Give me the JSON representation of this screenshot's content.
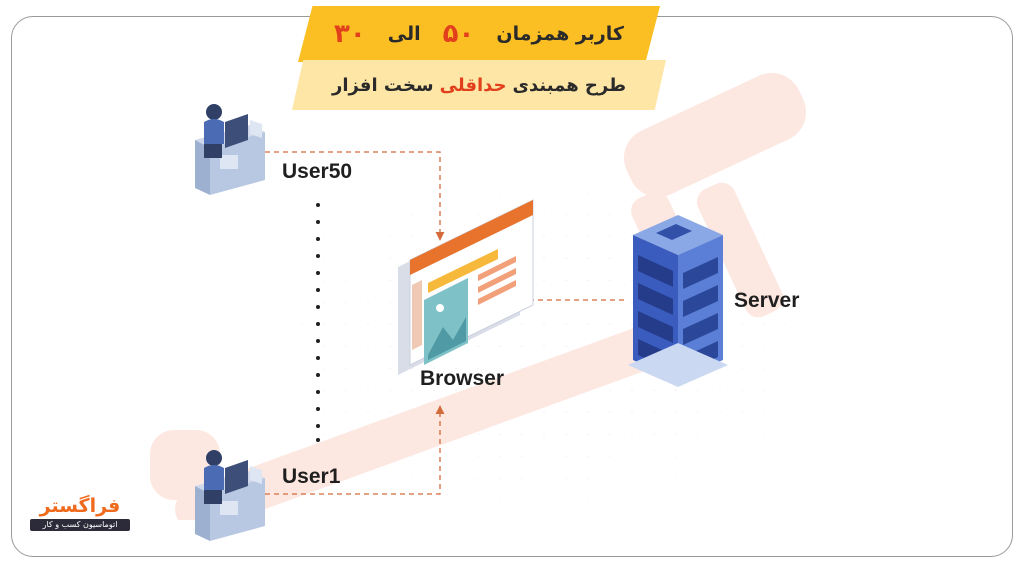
{
  "banner": {
    "line1_tail": "کاربر همزمان",
    "line1_max": "۵۰",
    "line1_mid": "الی",
    "line1_min": "۳۰",
    "line2_pre": "طرح همبندی",
    "line2_highlight": "حداقلی",
    "line2_post": "سخت افزار"
  },
  "nodes": {
    "user_top": "User50",
    "user_bottom": "User1",
    "browser": "Browser",
    "server": "Server"
  },
  "logo": {
    "name": "فراگستر",
    "tagline": "اتوماسیون کسب و کار"
  },
  "colors": {
    "accent": "#f06a1e",
    "banner_dark": "#fbbf24",
    "banner_light": "#fde6a6",
    "highlight": "#e2401c",
    "server_blue": "#5b7fd6"
  }
}
